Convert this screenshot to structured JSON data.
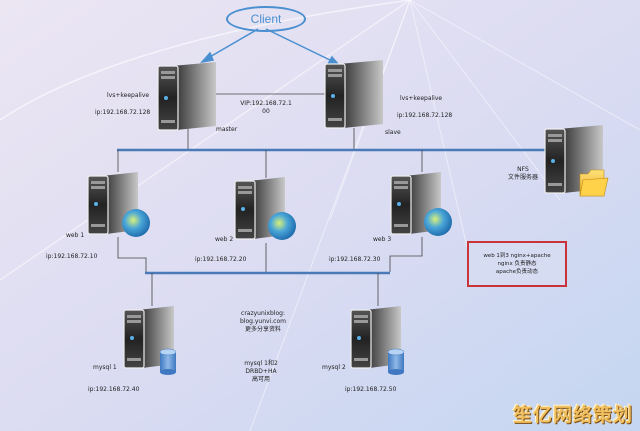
{
  "client": {
    "label": "Client"
  },
  "vip": {
    "line1": "VIP:192.168.72.1",
    "line2": "00"
  },
  "lb_master": {
    "software": "lvs+keepalive",
    "ip": "ip:192.168.72.128",
    "role": "master"
  },
  "lb_slave": {
    "software": "lvs+keepalive",
    "ip": "ip:192.168.72.128",
    "role": "slave"
  },
  "nfs": {
    "line1": "NFS",
    "line2": "文件服务器"
  },
  "web_servers": [
    {
      "name": "web 1",
      "ip": "ip:192.168.72.10"
    },
    {
      "name": "web 2",
      "ip": "ip:192.168.72.20"
    },
    {
      "name": "web 3",
      "ip": "ip:192.168.72.30"
    }
  ],
  "note": {
    "lines": [
      "web 1到3 nginx+apache",
      "nginx 负责静态",
      "apache负责动态"
    ],
    "border_color": "#c9343a"
  },
  "db_servers": [
    {
      "name": "mysql 1",
      "ip": "ip:192.168.72.40"
    },
    {
      "name": "mysql 2",
      "ip": "ip:192.168.72.50"
    }
  ],
  "blog_text": {
    "line1": "crazyunixblog:",
    "line2": "blog.yunvi.com",
    "line3": "更多分享资料"
  },
  "mysql_text": {
    "line1": "mysql 1和2",
    "line2": "DRBD+HA",
    "line3": "高可用"
  },
  "watermark": "笙亿网络策划",
  "colors": {
    "bus": "#4a7ab8",
    "client": "#4a8fd0",
    "note_border": "#c9343a"
  }
}
